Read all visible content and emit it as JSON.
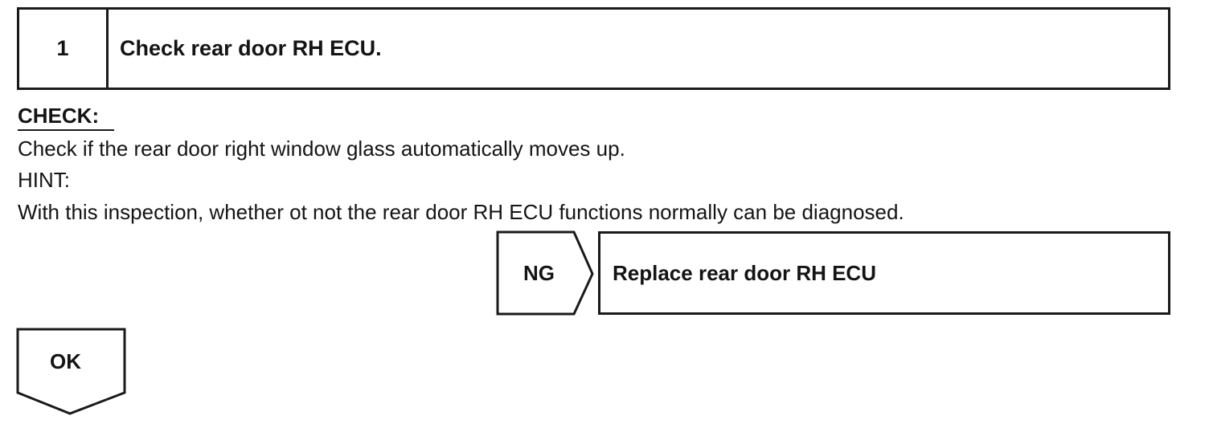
{
  "step": {
    "number": "1",
    "title": "Check rear door RH ECU."
  },
  "check": {
    "label": "CHECK:",
    "instruction": "Check if the rear door right window glass automatically moves up.",
    "hint_label": "HINT:",
    "hint_text": "With this inspection, whether ot not the rear door RH ECU functions normally can be diagnosed."
  },
  "ng_branch": {
    "label": "NG",
    "action": "Replace rear door RH ECU"
  },
  "ok_branch": {
    "label": "OK"
  }
}
